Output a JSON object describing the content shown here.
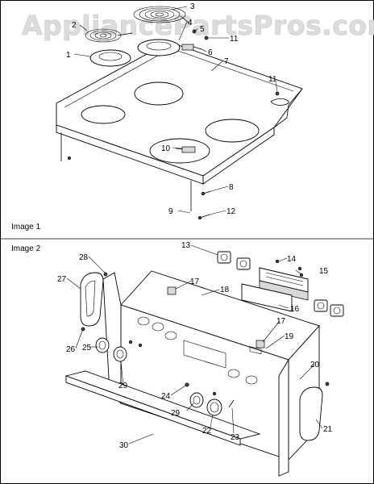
{
  "watermark": "AppliancePartsPros.com",
  "panels": [
    {
      "label": "Image 1"
    },
    {
      "label": "Image 2"
    }
  ],
  "callouts": [
    "1",
    "2",
    "3",
    "4",
    "5",
    "6",
    "7",
    "8",
    "9",
    "10",
    "11",
    "11",
    "12",
    "13",
    "14",
    "15",
    "16",
    "17",
    "17",
    "18",
    "19",
    "20",
    "21",
    "22",
    "23",
    "24",
    "25",
    "26",
    "27",
    "28",
    "29",
    "29",
    "30"
  ]
}
